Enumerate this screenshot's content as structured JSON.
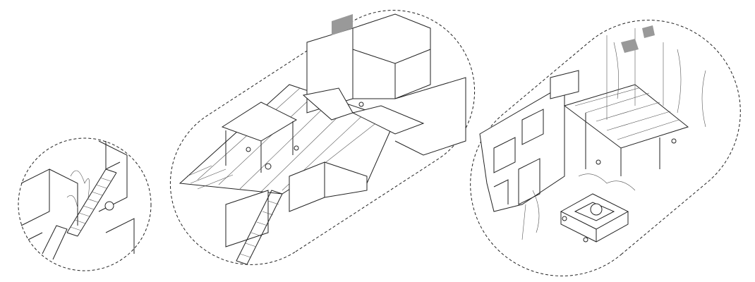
{
  "drawing": {
    "vignettes": [
      "stair-courtyard",
      "roof-terrace",
      "green-courtyard"
    ],
    "colors": {
      "line": "#222222",
      "background": "#ffffff",
      "hatch": "#999999"
    }
  }
}
